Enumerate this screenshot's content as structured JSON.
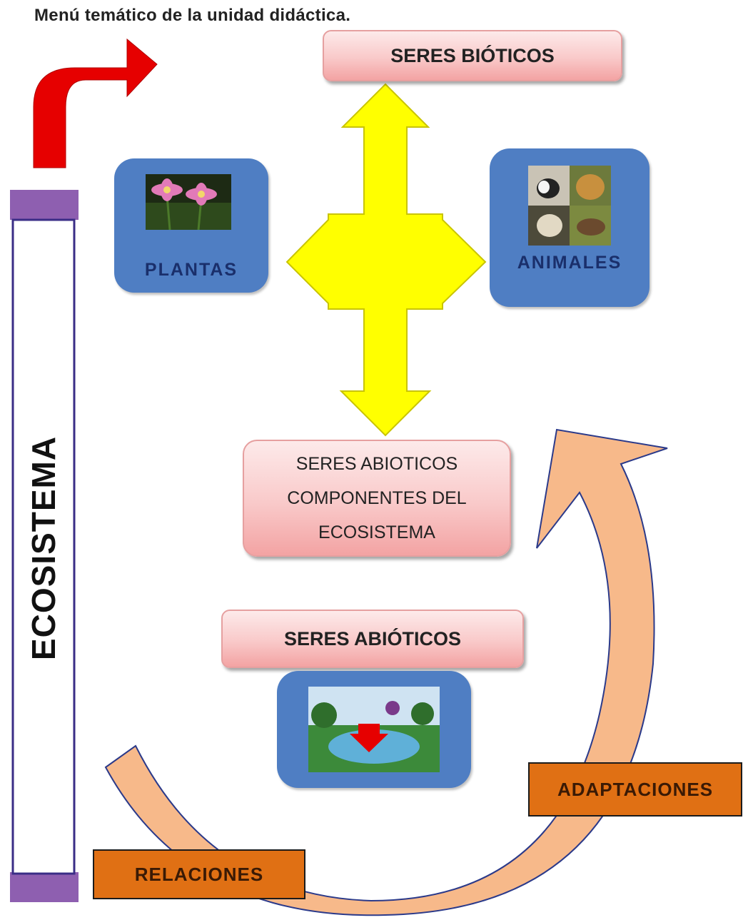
{
  "caption": "Menú temático de la unidad didáctica.",
  "side_bar": {
    "label": "ECOSISTEMA"
  },
  "boxes": {
    "seres_bioticos": "SERES BIÓTICOS",
    "plantas": "PLANTAS",
    "animales": "ANIMALES",
    "abioticos_componentes": {
      "line1": "SERES ABIOTICOS",
      "line2": "COMPONENTES DEL",
      "line3": "ECOSISTEMA"
    },
    "seres_abioticos": "SERES ABIÓTICOS",
    "adaptaciones": "ADAPTACIONES",
    "relaciones": "RELACIONES"
  },
  "colors": {
    "blue_box": "#4f7ec3",
    "yellow_arrow": "#ffff00",
    "red_arrow": "#e60000",
    "orange_box": "#e07014",
    "peach_arrow": "#f7b98a",
    "purple_bar": "#8e5fb0"
  }
}
